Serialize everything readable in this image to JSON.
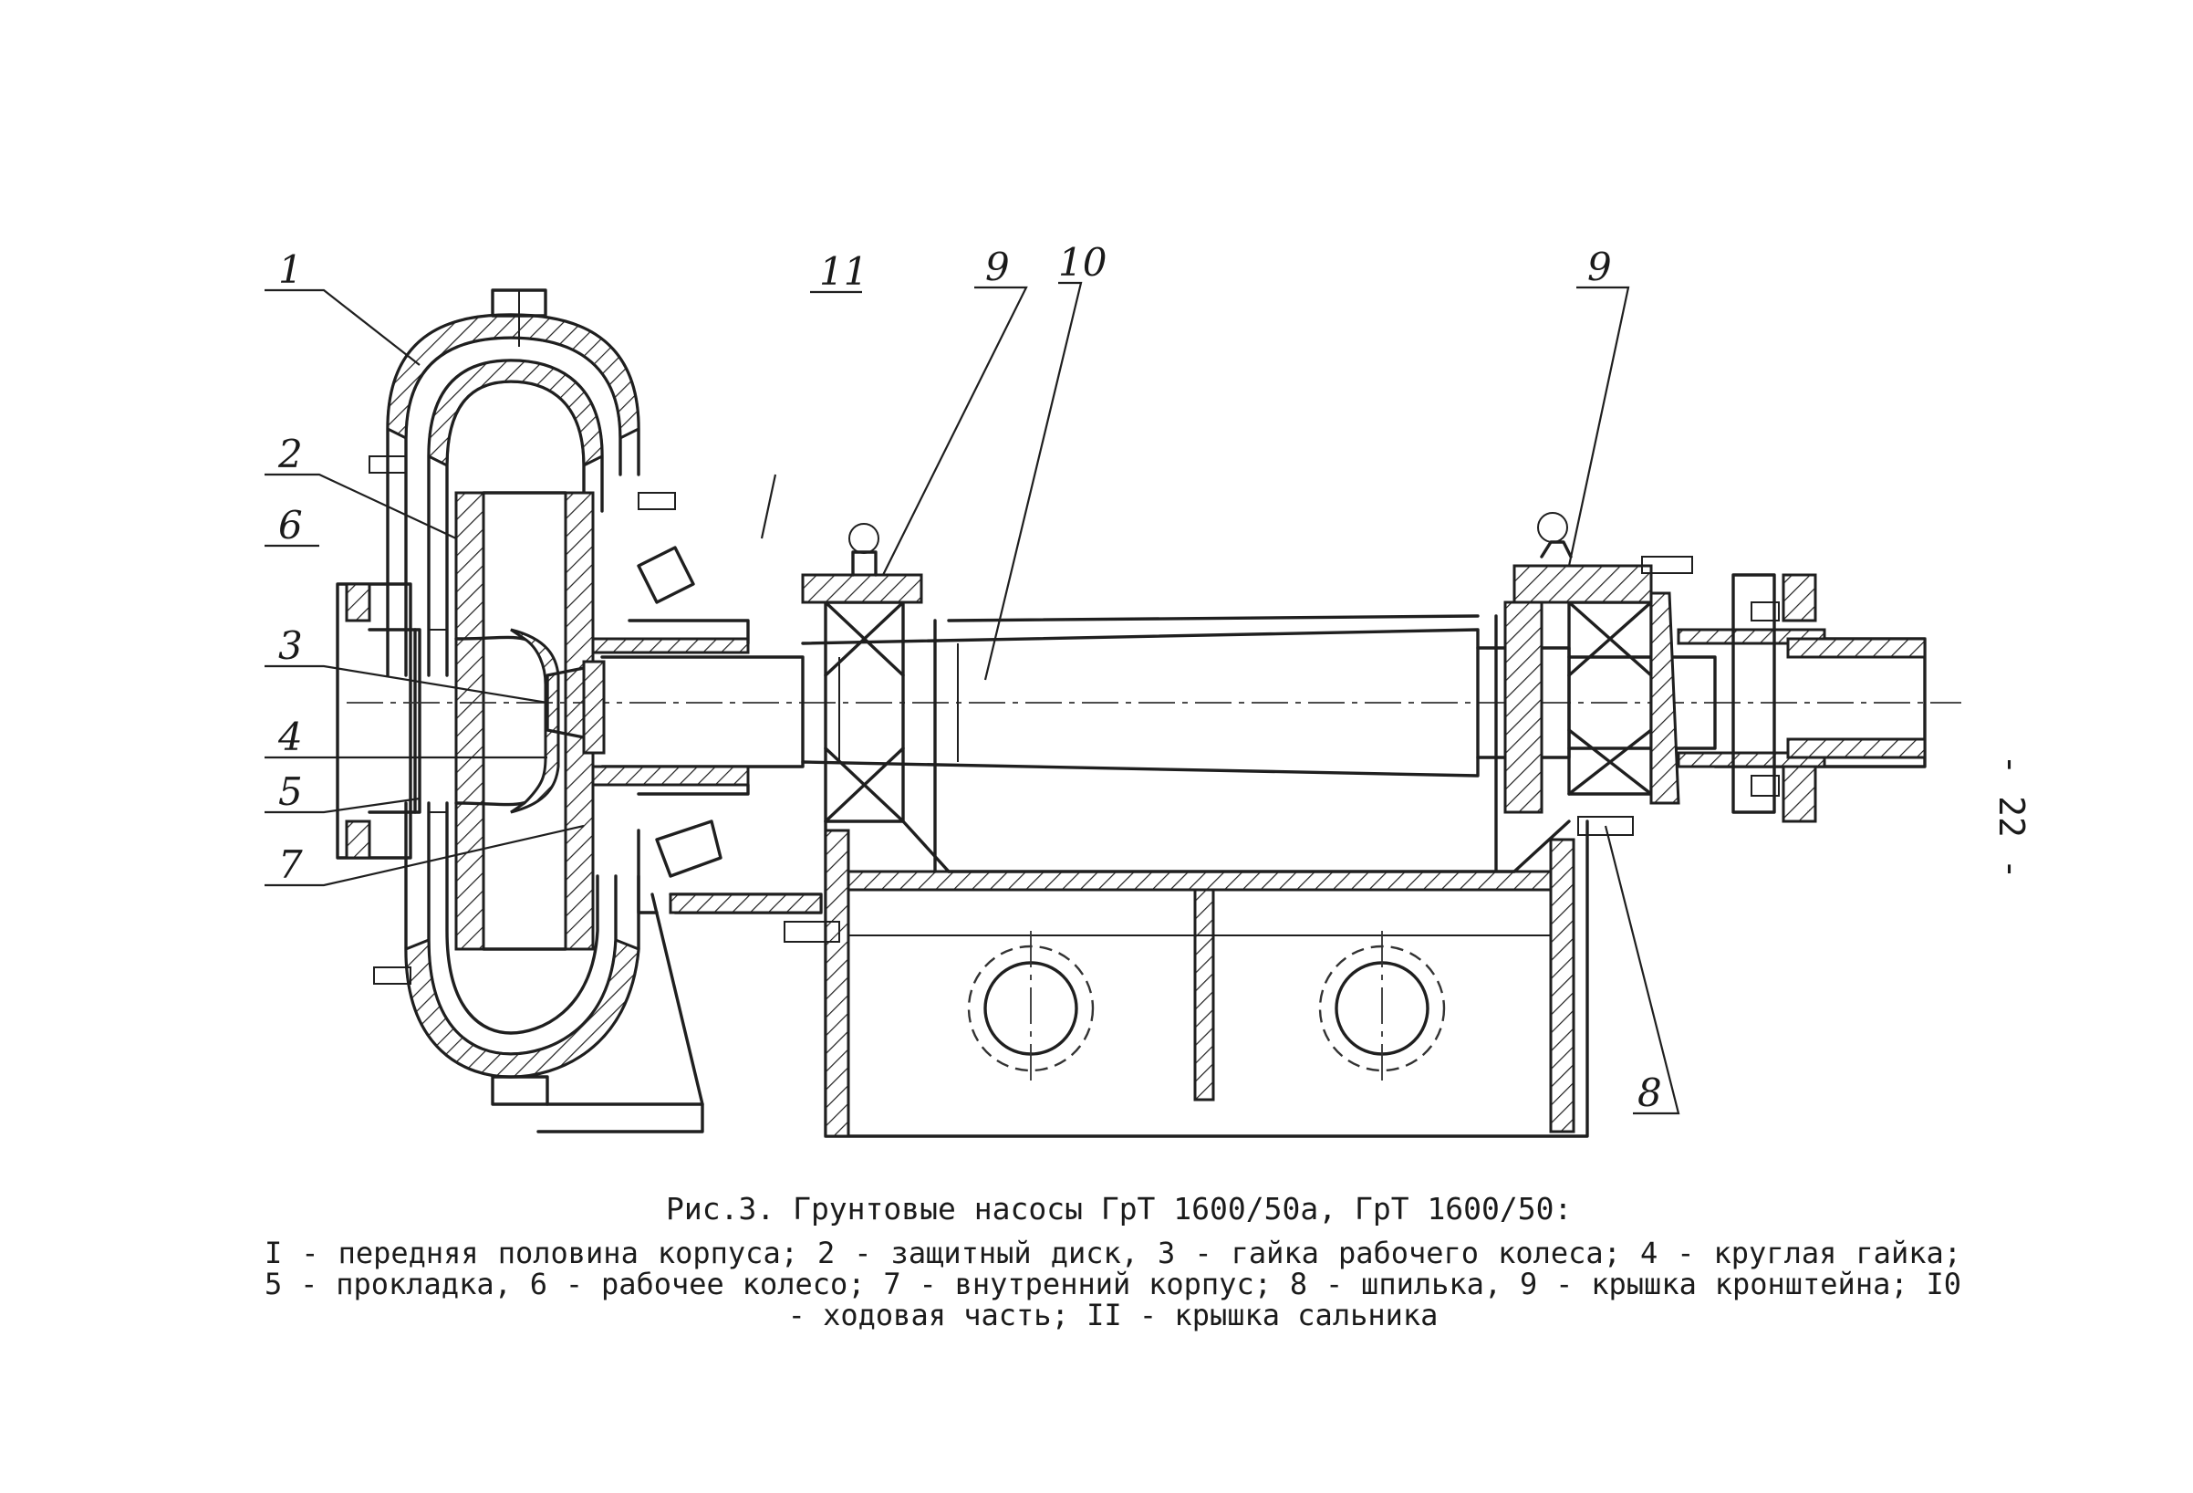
{
  "labels": {
    "l1": "1",
    "l2": "2",
    "l3": "3",
    "l4": "4",
    "l5": "5",
    "l6": "6",
    "l7": "7",
    "l8": "8",
    "l9a": "9",
    "l9b": "9",
    "l10": "10",
    "l11": "11"
  },
  "page_number": "- 22 -",
  "caption": {
    "title": "Рис.3. Грунтовые насосы ГрТ 1600/50а, ГрТ 1600/50:",
    "legend": "I - передняя половина корпуса; 2 - защитный диск, 3 - гайка рабочего колеса; 4 - круглая гайка; 5 - прокладка, 6 - рабочее колесо; 7 - внутренний корпус; 8 - шпилька, 9 - крышка кронштейна; I0 - ходовая часть; II - крышка сальника"
  }
}
